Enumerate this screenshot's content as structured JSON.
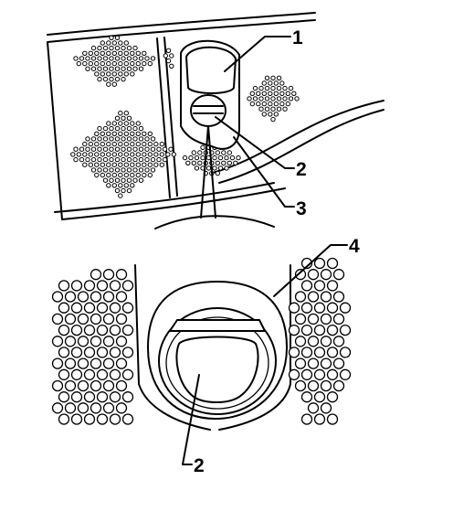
{
  "callouts": [
    {
      "id": "callout-1-upper",
      "text": "1"
    },
    {
      "id": "callout-2-upper",
      "text": "2"
    },
    {
      "id": "callout-3-upper",
      "text": "3"
    },
    {
      "id": "callout-4-lower",
      "text": "4"
    },
    {
      "id": "callout-2-lower",
      "text": "2"
    }
  ]
}
